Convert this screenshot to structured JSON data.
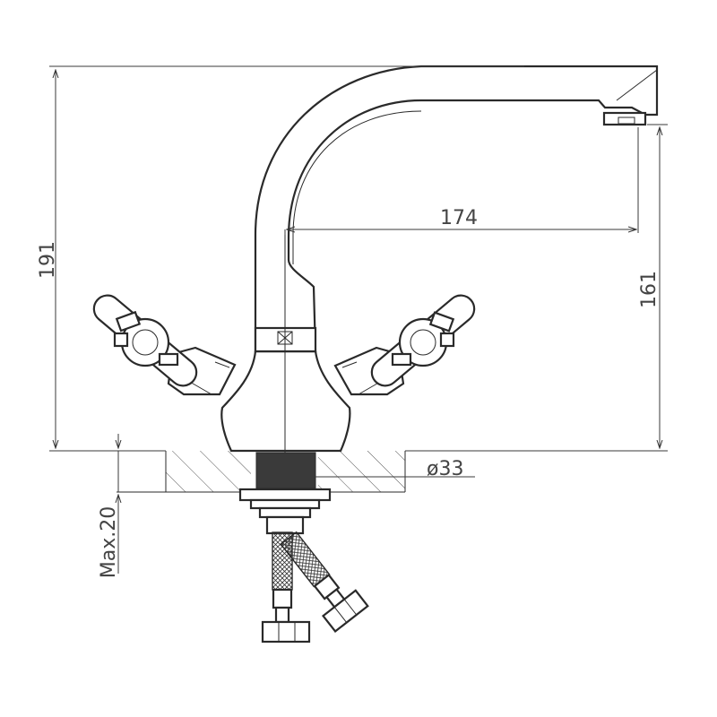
{
  "dimensions": {
    "overall_height": "191",
    "spout_reach": "174",
    "spout_height": "161",
    "hole_diameter": "ø33",
    "max_thickness": "Max.20"
  }
}
